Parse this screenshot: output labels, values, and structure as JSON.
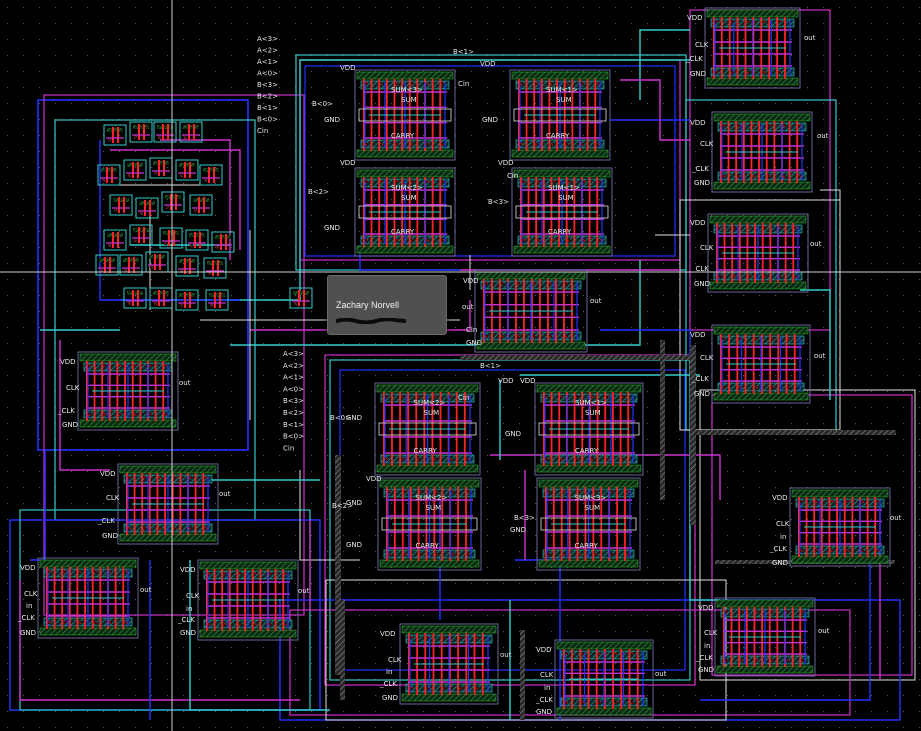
{
  "layout_canvas": {
    "background": "#000000",
    "dot_color": "#4a4a4a"
  },
  "colors": {
    "metal1": "#2233ff",
    "metal2": "#cc33cc",
    "metal3": "#33cccc",
    "metal4": "#e0e0e0",
    "poly": "#ff2222",
    "active": "#33aa33",
    "nwell": "#666699",
    "label": "#e8e8e8"
  },
  "tooltip": {
    "name": "Zachary Norvell"
  },
  "pin_labels": {
    "vdd": "VDD",
    "gnd": "GND",
    "clk": "CLK",
    "clk_bar": "_CLK",
    "in": "in",
    "out": "out",
    "cin": "Cin",
    "carry": "CARRY",
    "sum": "SUM"
  },
  "bus_labels_top": [
    "A<3>",
    "A<2>",
    "A<1>",
    "A<0>",
    "B<3>",
    "B<2>",
    "B<1>",
    "B<0>",
    "Cin"
  ],
  "bus_labels_mid": [
    "A<3>",
    "A<2>",
    "A<1>",
    "A<0>",
    "B<3>",
    "B<2>",
    "B<1>",
    "B<0>",
    "Cin"
  ],
  "sum_labels_top": [
    "SUM<3>",
    "SUM<1>",
    "SUM<2>",
    "SUM<1>"
  ],
  "sum_labels_mid": [
    "SUM<2>",
    "SUM<1>",
    "SUM<2>",
    "SUM<3>"
  ],
  "misc_labels": [
    "B<1>",
    "B<0>",
    "B<2>",
    "B<3>",
    "B<1>",
    "B<0>",
    "B<2>",
    "B<3>"
  ]
}
